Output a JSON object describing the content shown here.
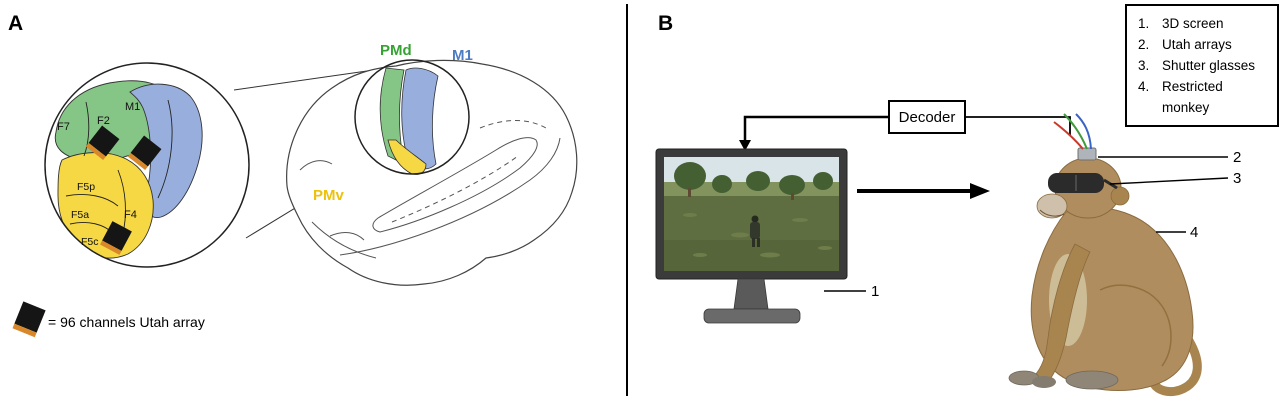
{
  "panel_a": {
    "label": "A",
    "regions": [
      {
        "id": "pmd",
        "label": "PMd",
        "text_color": "#35a233",
        "fill": "#85c585"
      },
      {
        "id": "m1",
        "label": "M1",
        "text_color": "#4d7cc3",
        "fill": "#98aedd"
      },
      {
        "id": "pmv",
        "label": "PMv",
        "text_color": "#ecc20e",
        "fill": "#f6d844"
      }
    ],
    "areas": [
      "F7",
      "F2",
      "M1",
      "F5p",
      "F5a",
      "F5c",
      "F4"
    ],
    "legend_text": "= 96 channels Utah array",
    "array_color": "#151515",
    "array_pin_color": "#d8882a"
  },
  "panel_b": {
    "label": "B",
    "legend_items": [
      {
        "num": "1.",
        "label": "3D screen"
      },
      {
        "num": "2.",
        "label": "Utah arrays"
      },
      {
        "num": "3.",
        "label": "Shutter glasses"
      },
      {
        "num": "4.",
        "label": "Restricted monkey"
      }
    ],
    "decoder_label": "Decoder",
    "callouts": [
      "1",
      "2",
      "3",
      "4"
    ],
    "wire_colors": {
      "red": "#c9392c",
      "green": "#3f9b3c",
      "blue": "#3b63c4"
    },
    "monkey_color": "#b08d5e"
  }
}
